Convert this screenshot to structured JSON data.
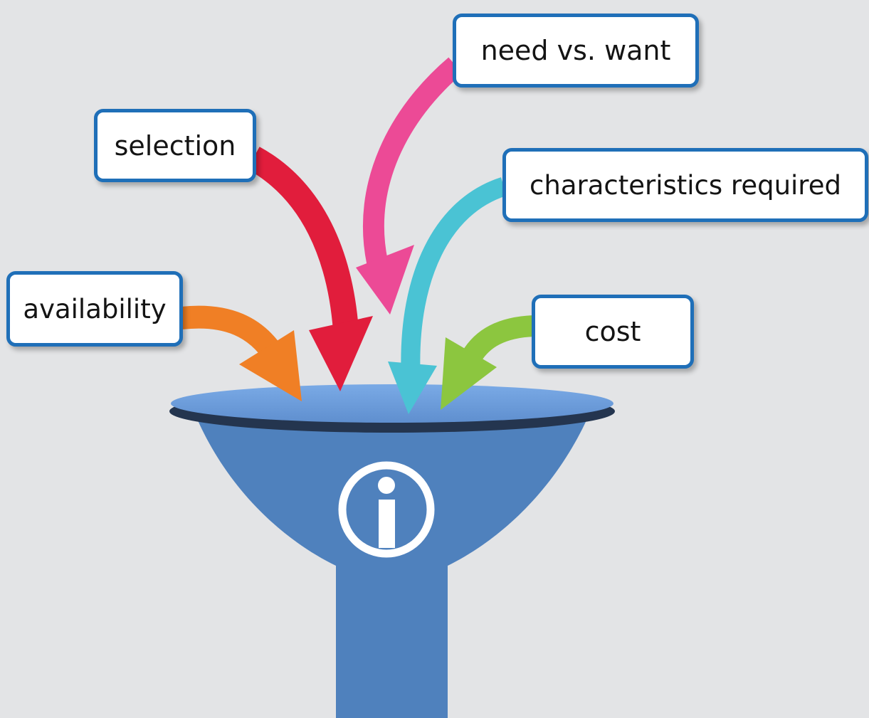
{
  "labels": {
    "need_vs_want": "need vs. want",
    "selection": "selection",
    "characteristics_required": "characteristics required",
    "availability": "availability",
    "cost": "cost"
  },
  "colors": {
    "background": "#e3e4e6",
    "funnel": "#4f81bd",
    "funnel_rim": "#6f9fdc",
    "box_border": "#1f6fb8",
    "arrow_need_vs_want": "#ec4a96",
    "arrow_selection": "#e11d3c",
    "arrow_characteristics_required": "#4ac3d4",
    "arrow_availability": "#f07f25",
    "arrow_cost": "#8cc63f"
  },
  "icons": {
    "funnel_emblem": "info-icon"
  }
}
